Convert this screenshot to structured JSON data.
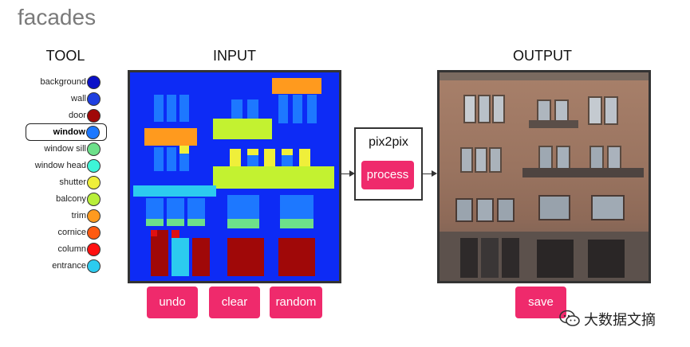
{
  "page": {
    "title": "facades"
  },
  "headers": {
    "tool": "TOOL",
    "input": "INPUT",
    "output": "OUTPUT"
  },
  "tools": [
    {
      "label": "background",
      "color": "#0a10c8"
    },
    {
      "label": "wall",
      "color": "#1e3fe0"
    },
    {
      "label": "door",
      "color": "#a00808"
    },
    {
      "label": "window",
      "color": "#1d78ff",
      "selected": true
    },
    {
      "label": "window sill",
      "color": "#6de08a"
    },
    {
      "label": "window head",
      "color": "#3df5d8"
    },
    {
      "label": "shutter",
      "color": "#efef3a"
    },
    {
      "label": "balcony",
      "color": "#b8ef3a"
    },
    {
      "label": "trim",
      "color": "#ff9a1e"
    },
    {
      "label": "cornice",
      "color": "#ff5a10"
    },
    {
      "label": "column",
      "color": "#ff1010"
    },
    {
      "label": "entrance",
      "color": "#2ccbef"
    }
  ],
  "model": {
    "label": "pix2pix",
    "process_label": "process"
  },
  "buttons": {
    "undo": "undo",
    "clear": "clear",
    "random": "random",
    "save": "save"
  },
  "watermark": {
    "text": "大数据文摘"
  },
  "colors": {
    "accent_button": "#ef2a6c"
  }
}
